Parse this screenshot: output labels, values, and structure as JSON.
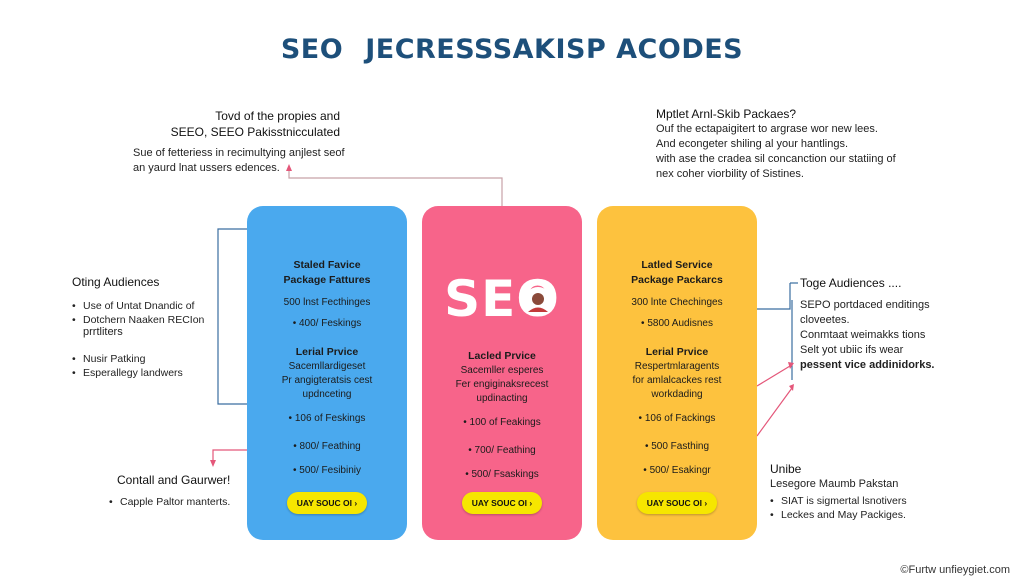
{
  "title": {
    "part1": "SEO",
    "part2": "JECRESSSAKISP ACODES"
  },
  "top_left": {
    "heading_lines": [
      "Tovd of the propies and",
      "SEEO, SEEO Pakisstnicculated"
    ],
    "body_lines": [
      "Sue of fetteriess in recimultying anjlest seof",
      "an yaurd lnat ussers edences."
    ]
  },
  "top_right": {
    "heading": "Mptlet Arnl-Skib Packaes?",
    "lines": [
      "Ouf the ectapaigitert to argrase wor new lees.",
      "And econgeter shiling al your hantlings.",
      "with ase the cradea sil concanction our statiing of",
      "nex coher viorbility of Sistines."
    ]
  },
  "left_mid": {
    "heading": "Oting Audiences",
    "bullets": [
      "Use of Untat Dnandic of",
      "Dotchern Naaken RECIon",
      "prrtliters",
      "Nusir Patking",
      "Esperallegy landwers"
    ]
  },
  "left_bottom": {
    "heading": "Contall and Gaurwer!",
    "bullets": [
      "Capple Paltor manterts."
    ]
  },
  "right_mid": {
    "heading": "Toge Audiences ....",
    "lines": [
      "SEPO portdaced enditings",
      "cloveetes.",
      "Conmtaat weimakks tions",
      "Selt yot ubiic ifs wear",
      "pessent vice addinidorks."
    ]
  },
  "right_bottom": {
    "heading": "Unibe",
    "lines": [
      "Lesegore Maumb Pakstan"
    ],
    "bullets": [
      "SIAT is sigmertal lsnotivers",
      "Leckes and May Packiges."
    ]
  },
  "cards": [
    {
      "color": "#4aa9ee",
      "heading_lines": [
        "Staled Favice",
        "Package Fattures"
      ],
      "lines1": [
        "500 lnst Fecthinges"
      ],
      "bullet1": "400/ Feskings",
      "heading2": "Lerial Prvice",
      "lines2": [
        "Sacemllardigeset",
        "Pr angigteratsis cest",
        "updnceting"
      ],
      "bullets": [
        "106 of Feskings",
        "800/ Feathing",
        "500/ Fesibiniy"
      ],
      "cta": "UAY SOUC OI ›"
    },
    {
      "color": "#f7648a",
      "big_text": "SEO",
      "heading2": "Lacled Prvice",
      "lines2": [
        "Sacemller esperes",
        "Fer engiginaksrecest",
        "updinacting"
      ],
      "bullets": [
        "100 of Feakings",
        "700/ Feathing",
        "500/ Fsaskings"
      ],
      "cta": "UAY SOUC OI ›"
    },
    {
      "color": "#fdc23e",
      "heading_lines": [
        "Latled Service",
        "Package Packarcs"
      ],
      "lines1": [
        "300 lnte Chechinges"
      ],
      "bullet1": "5800 Audisnes",
      "heading2": "Lerial Prvice",
      "lines2": [
        "Respertmlaragents",
        "for amlalcackes rest",
        "workdading"
      ],
      "bullets": [
        "106 of Fackings",
        "500 Fasthing",
        "500/ Esakingr"
      ],
      "cta": "UAY SOUC OI ›"
    }
  ],
  "footer": "©Furtw unfieygiet.com",
  "colors": {
    "title": "#1d4f7a",
    "connector": "#3a6da0",
    "accent_arrow": "#e4577a",
    "cta": "#f6e600"
  },
  "icons": [
    "person-avatar-icon"
  ]
}
